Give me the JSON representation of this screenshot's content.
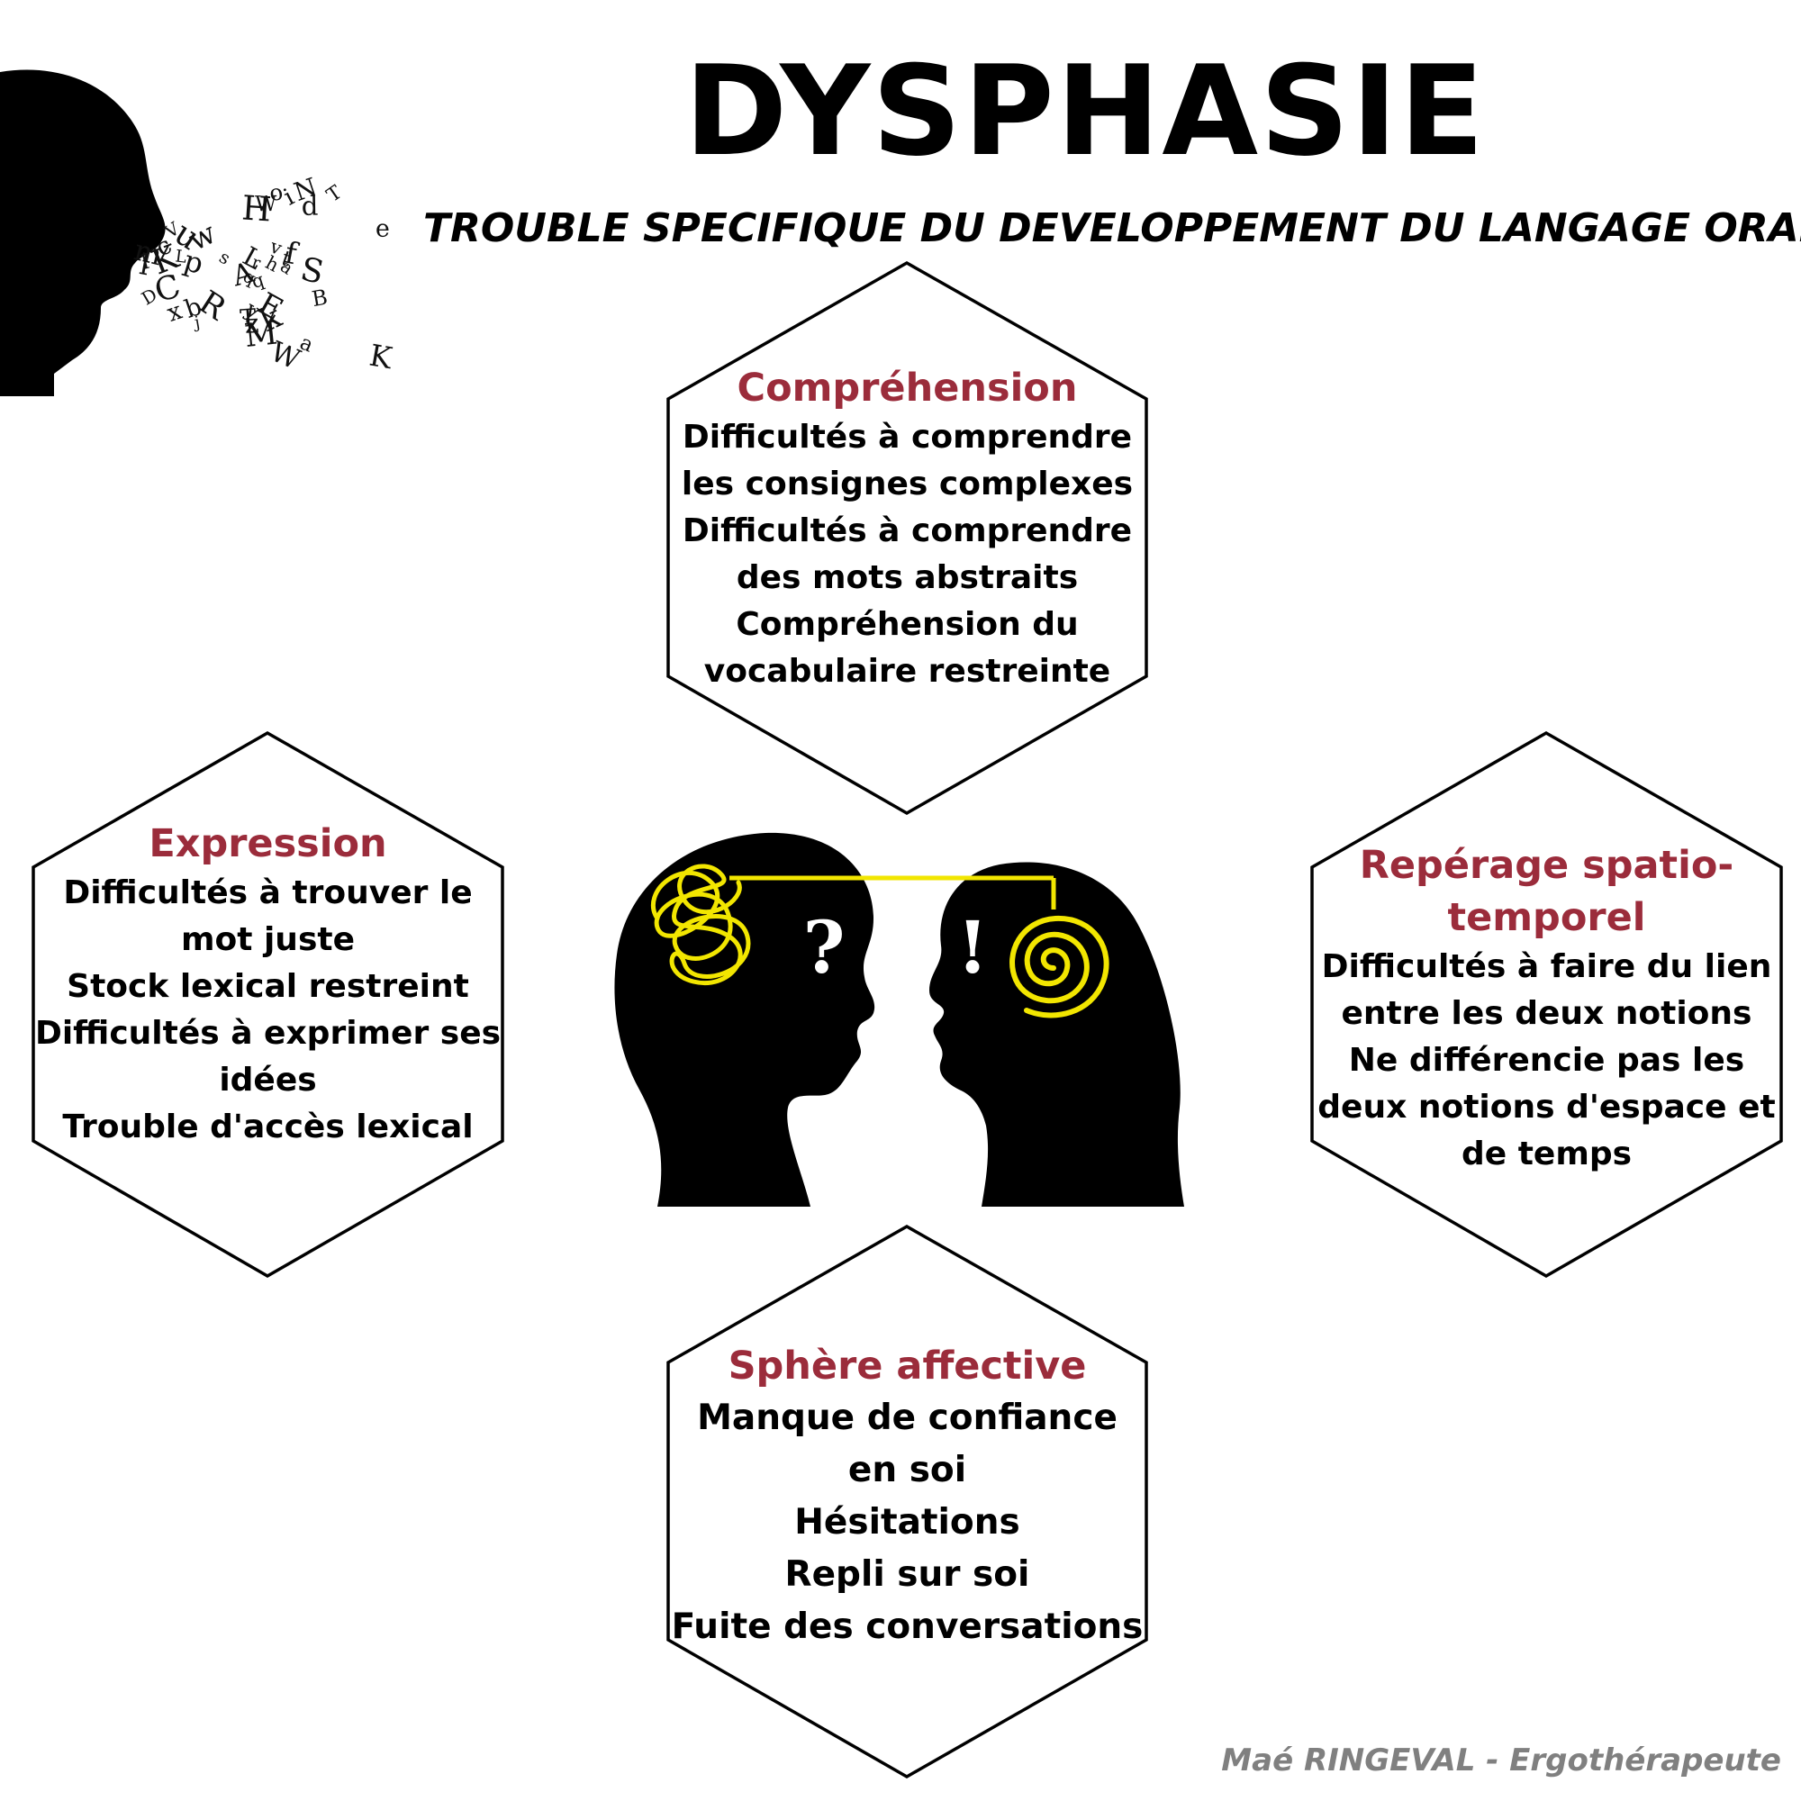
{
  "header": {
    "title": "DYSPHASIE",
    "subtitle": "TROUBLE SPECIFIQUE DU DEVELOPPEMENT DU LANGAGE ORAL"
  },
  "sections": {
    "comprehension": {
      "title": "Compréhension",
      "lines": [
        "Difficultés à comprendre",
        "les consignes complexes",
        "Difficultés à comprendre",
        "des mots abstraits",
        "Compréhension du",
        "vocabulaire restreinte"
      ]
    },
    "expression": {
      "title": "Expression",
      "lines": [
        "Difficultés à trouver le",
        "mot juste",
        "Stock lexical restreint",
        "Difficultés à exprimer ses",
        "idées",
        "Trouble d'accès lexical"
      ]
    },
    "reperage": {
      "title_line1": "Repérage spatio-",
      "title_line2": "temporel",
      "lines": [
        "Difficultés à faire du lien",
        "entre les deux notions",
        "Ne différencie pas les",
        "deux notions d'espace et",
        "de temps"
      ]
    },
    "affective": {
      "title": "Sphère affective",
      "lines": [
        "Manque de confiance",
        "en soi",
        "Hésitations",
        "Repli sur soi",
        "Fuite des conversations"
      ]
    }
  },
  "illustrations": {
    "speaker_letters": [
      "q",
      "q",
      "t",
      "N",
      "d",
      "u",
      "K",
      "A",
      "x",
      "v",
      "s",
      "b",
      "f",
      "c",
      "l",
      "e",
      "T",
      "w",
      "R",
      "K",
      "o",
      "p",
      "j",
      "a",
      "z",
      "C",
      "m",
      "a",
      "V",
      "k",
      "W",
      "I",
      "T",
      "i",
      "r",
      "y",
      "B",
      "D",
      "L",
      "L",
      "h",
      "S",
      "M",
      "E",
      "W",
      "H"
    ],
    "marks": [
      "?",
      "!"
    ]
  },
  "footer": {
    "author": "Maé RINGEVAL - Ergothérapeute"
  },
  "colors": {
    "heading": "#9b2c3b",
    "accent_yellow": "#f2e600",
    "footer_gray": "#808080",
    "silhouette": "#000000"
  }
}
